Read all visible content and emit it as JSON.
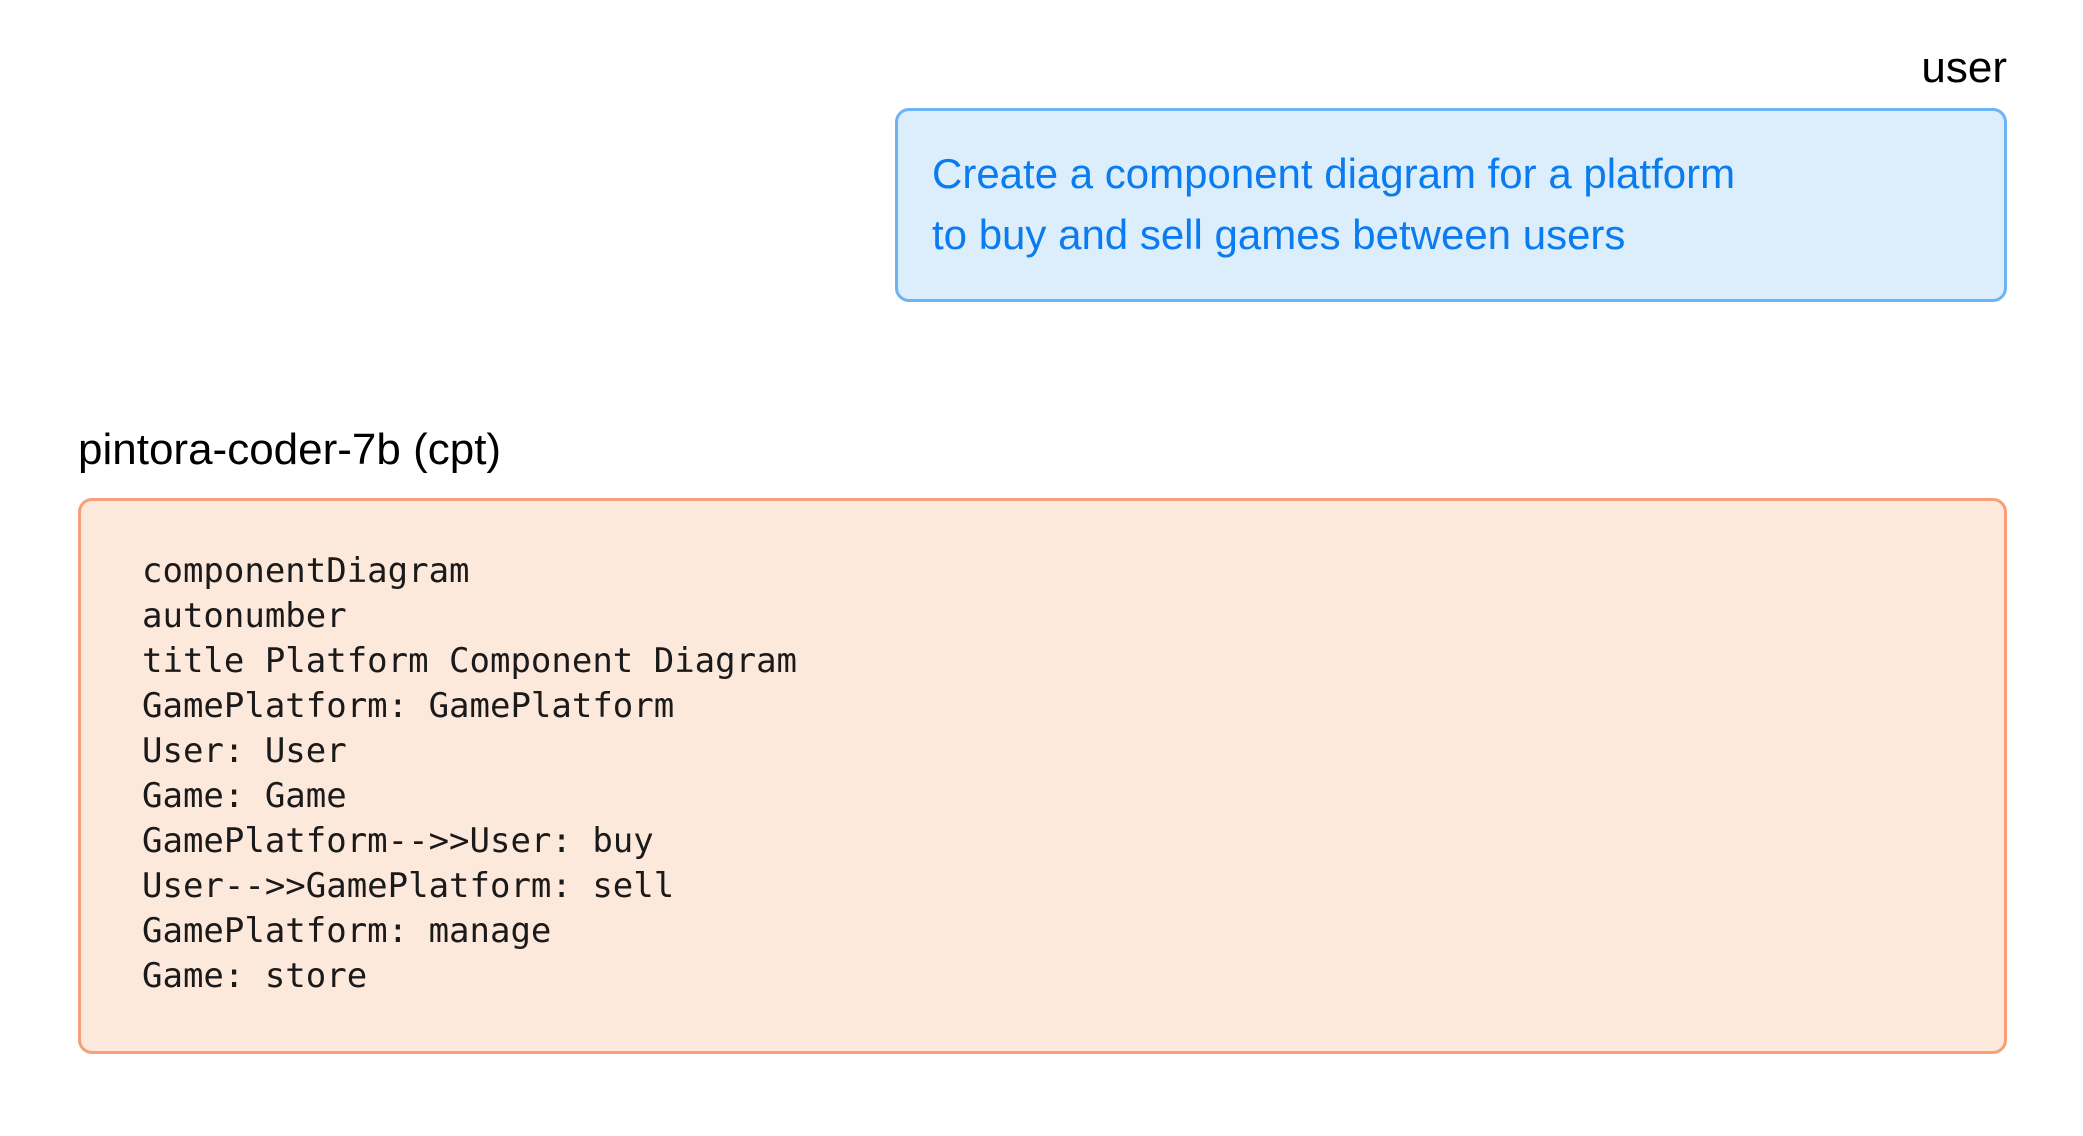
{
  "colors": {
    "page_background": "#ffffff",
    "user_bubble_background": "#dcedfb",
    "user_bubble_border": "#6cb4f5",
    "user_bubble_text": "#0a7cf0",
    "assistant_bubble_background": "#fde8dc",
    "assistant_bubble_border": "#f5a07a",
    "assistant_code_text": "#1a1a1a",
    "role_label_text": "#000000"
  },
  "conversation": {
    "user_turn": {
      "role_label": "user",
      "message_lines": [
        "Create a component diagram for a platform",
        "to buy and sell games between users"
      ]
    },
    "assistant_turn": {
      "role_label": "pintora-coder-7b (cpt)",
      "code_lines": [
        "componentDiagram",
        "autonumber",
        "title Platform Component Diagram",
        "GamePlatform: GamePlatform",
        "User: User",
        "Game: Game",
        "GamePlatform-->>User: buy",
        "User-->>GamePlatform: sell",
        "GamePlatform: manage",
        "Game: store"
      ]
    }
  }
}
